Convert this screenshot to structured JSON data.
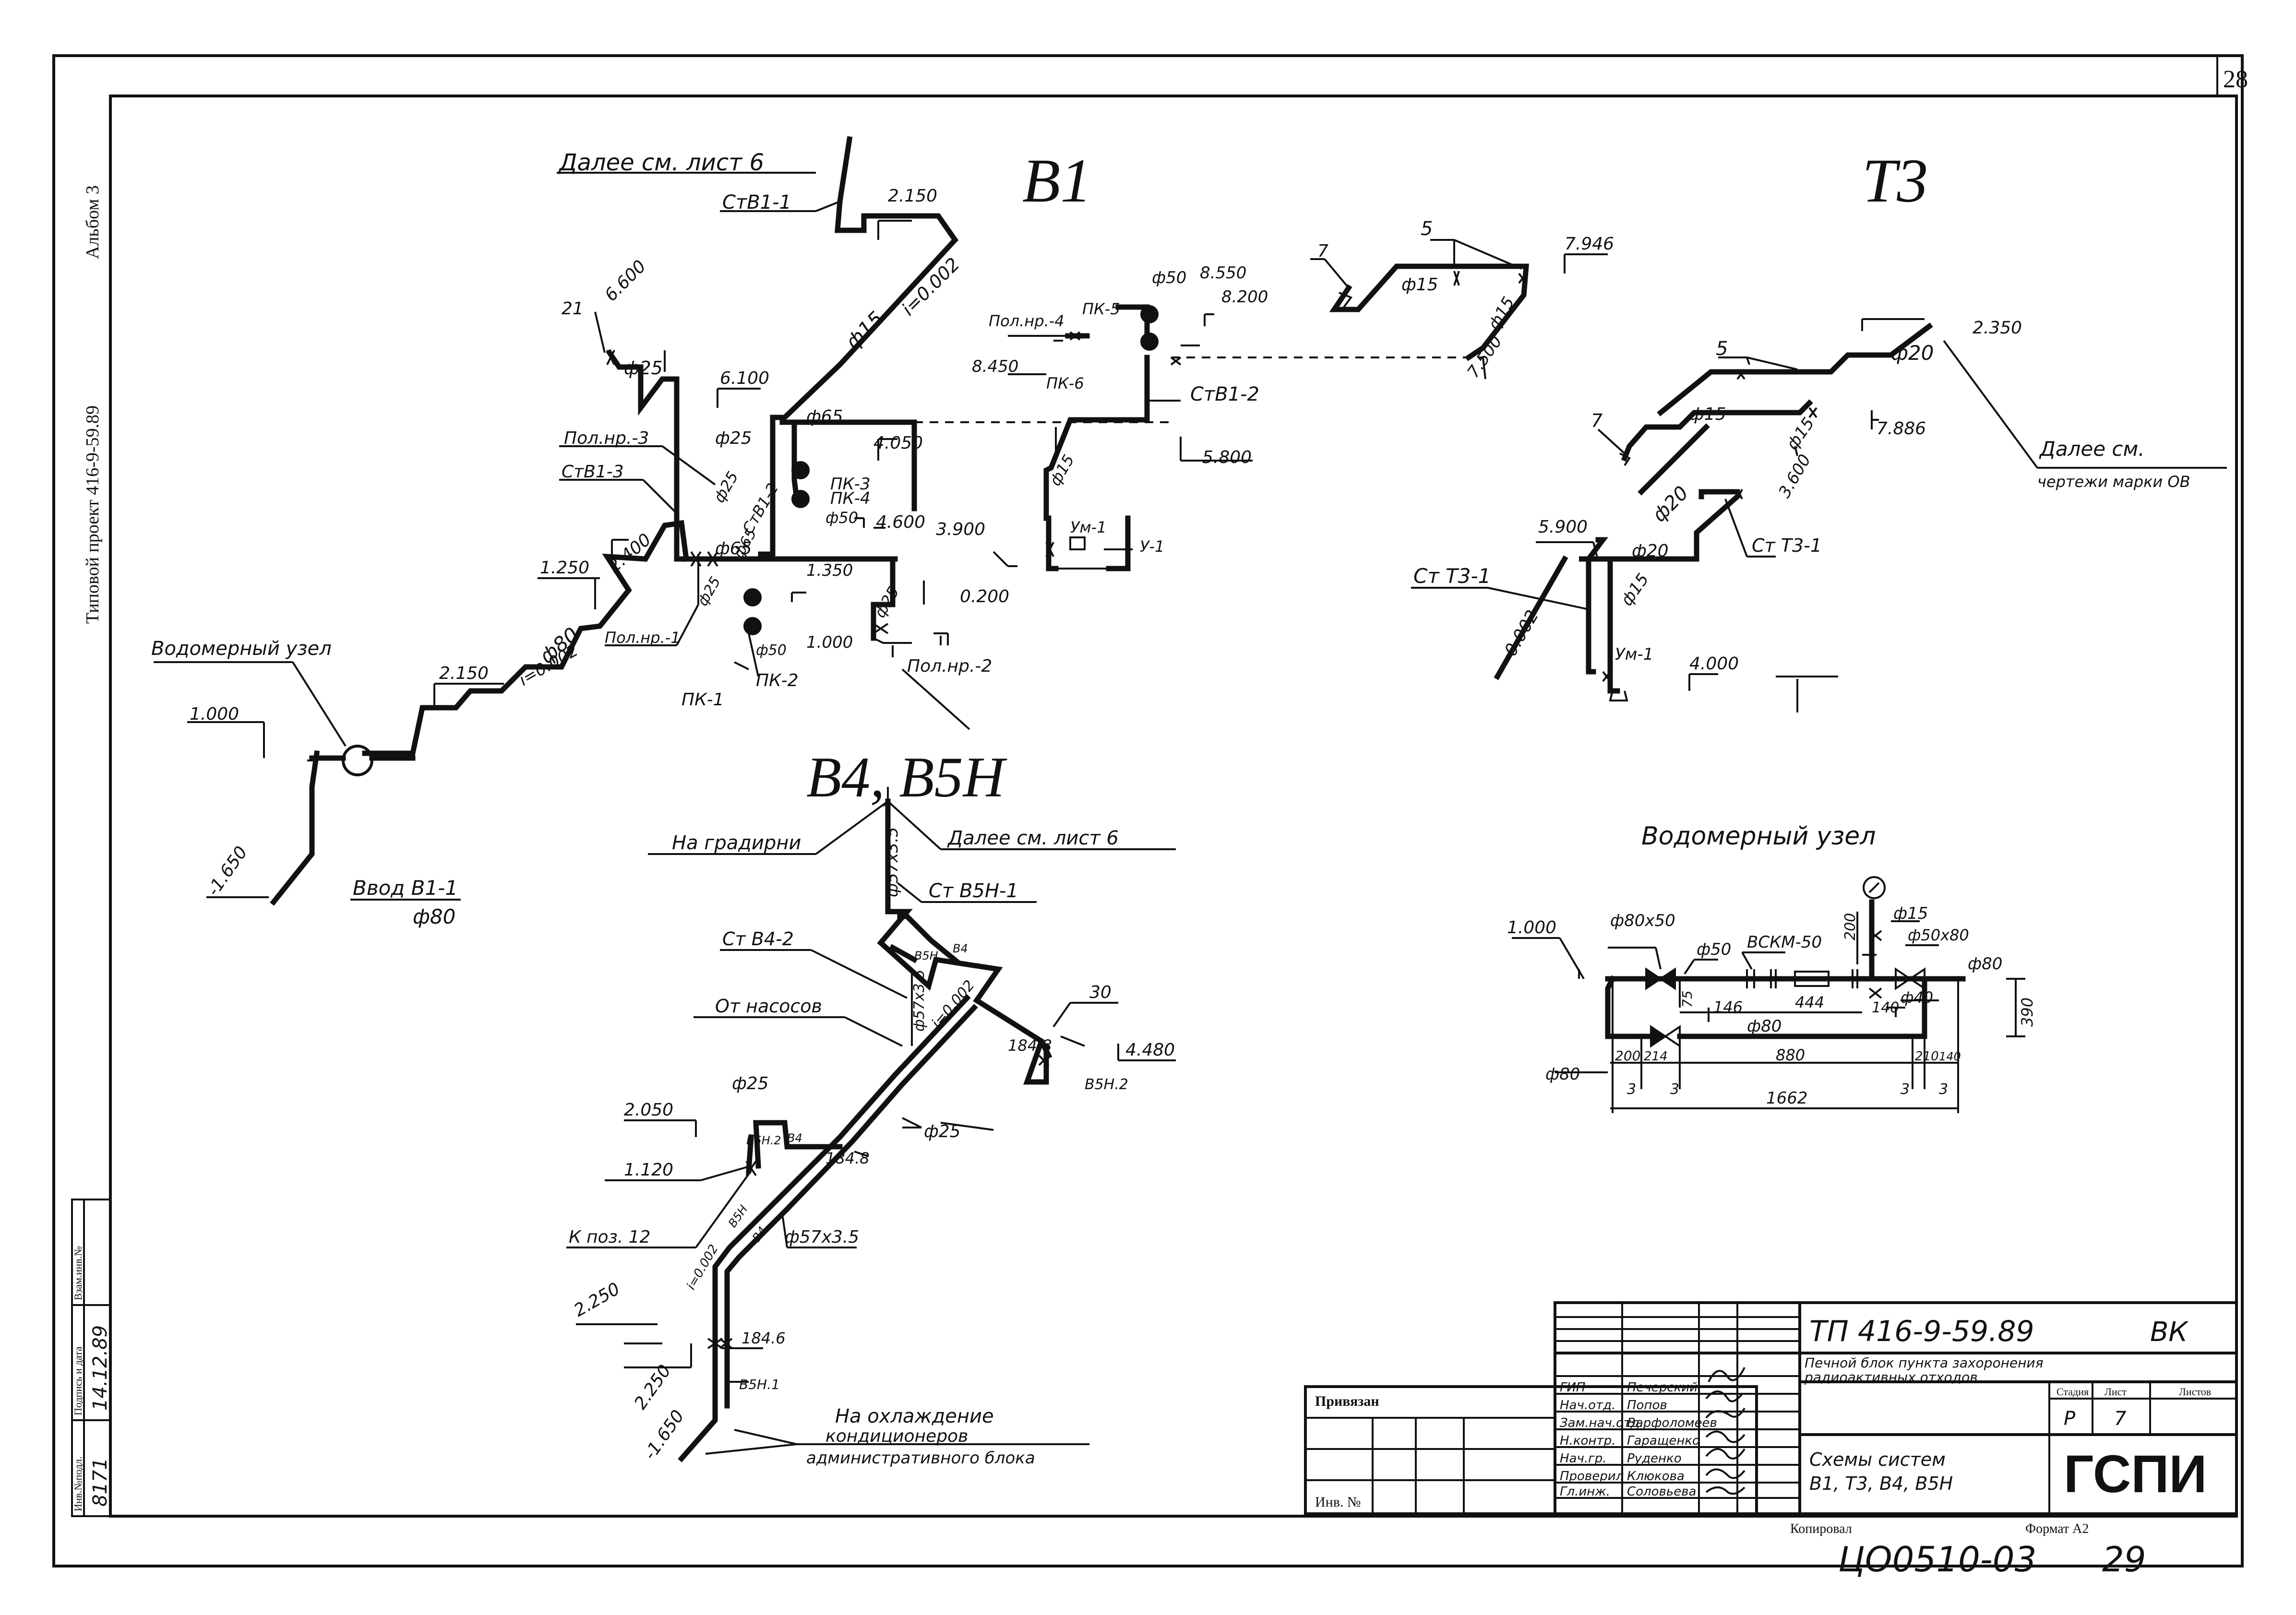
{
  "sheet": {
    "page_number": "28",
    "bottom_page_number": "29",
    "copy_code": "ЦО0510-03",
    "format": "Формат А2",
    "kopiroval": "Копировал"
  },
  "left_margin": {
    "project": "Типовой проект  416-9-59.89",
    "album": "Альбом 3"
  },
  "stamp_vertical": {
    "c1": "Инв.№подл.",
    "c2": "Подпись и дата",
    "c3": "Взам.инв.№",
    "v1": "8171",
    "v2": "14.12.89"
  },
  "systems": {
    "b1": "В1",
    "t3": "Т3",
    "b4b5n": "В4, В5Н"
  },
  "b1": {
    "further": "Далее см. лист 6",
    "riser1": "СтВ1-1",
    "riser2": "СтВ1-2",
    "riser3": "СтВ1-3",
    "el_2150a": "2.150",
    "slope": "i=0.002",
    "d15": "ф15",
    "d65a": "ф65",
    "d65b": "ф65",
    "d65c": "ф65",
    "d25a": "ф25",
    "d25b": "ф25",
    "d25c": "ф25",
    "d25d": "ф25",
    "d25e": "ф25",
    "d50a": "ф50",
    "d50b": "ф50",
    "d50c": "ф50",
    "d15b": "ф15",
    "pol3": "Пол.нр.-3",
    "pol4": "Пол.нр.-4",
    "pol1": "Пол.нр.-1",
    "pol2": "Пол.нр.-2",
    "pk1": "ПК-1",
    "pk2": "ПК-2",
    "pk3": "ПК-3",
    "pk4": "ПК-4",
    "pk5": "ПК-5",
    "pk6": "ПК-6",
    "e21": "21",
    "e6600": "6.600",
    "e6100": "6.100",
    "e2400": "2.400",
    "e1250": "1.250",
    "e2150b": "2.150",
    "d80": "ф80",
    "slope2": "i=0.002",
    "meter": "Водомерный узел",
    "e1000": "1.000",
    "e1650": "-1.650",
    "inlet": "Ввод В1-1",
    "inlet_d": "ф80",
    "e8550": "8.550",
    "e8200": "8.200",
    "e8450": "8.450",
    "e4050": "4.050",
    "e4600": "4.600",
    "e3900": "3.900",
    "e1350": "1.350",
    "e1000b": "1.000",
    "e0200": "0.200",
    "e5800": "5.800",
    "um1": "Ум-1",
    "u1": "У-1"
  },
  "t3": {
    "n7a": "7",
    "n5a": "5",
    "e7946": "7.946",
    "d15a": "ф15",
    "d15b": "ф15",
    "e7500": "7.500",
    "e2350": "2.350",
    "d20a": "ф20",
    "n5b": "5",
    "n7b": "7",
    "d15c": "ф15",
    "d15d": "ф15",
    "e7886": "7.886",
    "further1": "Далее см.",
    "further2": "чертежи марки ОВ",
    "e3600": "3.600",
    "d20b": "ф20",
    "d20c": "ф20",
    "e5900": "5.900",
    "riser_a": "Ст Т3-1",
    "riser_b": "Ст Т3-1",
    "slope": "0.002",
    "d15e": "ф15",
    "um1": "Ум-1",
    "e4000": "4.000"
  },
  "b4": {
    "to_tower": "На градирни",
    "further": "Далее см. лист 6",
    "d57a": "ф57х3.5",
    "riser_b5n1": "Ст В5Н-1",
    "riser_b42": "Ст В4-2",
    "from_pumps": "От насосов",
    "tag_b5n": "В5Н",
    "tag_b4": "В4",
    "d57b": "ф57х3.5",
    "slope": "i=0.002",
    "n30": "30",
    "e1848a": "184.8",
    "e4480": "4.480",
    "tag_b5n2": "В5Н.2",
    "d25a": "ф25",
    "d25b": "ф25",
    "e2050": "2.050",
    "tag_b5n2b": "В5Н.2",
    "tag_b4b": "В4",
    "e1120": "1.120",
    "e1848b": "184.8",
    "to_pos": "К поз. 12",
    "d57c": "ф57х3.5",
    "tag_b5nc": "В5Н",
    "tag_b4c": "В4",
    "slope2": "i=0.002",
    "e2250a": "2.250",
    "e2250b": "2.250",
    "e1650": "-1.650",
    "e1846": "184.6",
    "tag_b5n1": "В5Н.1",
    "cool1": "На охлаждение",
    "cool2": "кондиционеров",
    "cool3": "административного блока"
  },
  "meter": {
    "title": "Водомерный узел",
    "e1000": "1.000",
    "d80x50": "ф80х50",
    "d50": "ф50",
    "vsk": "ВСКМ-50",
    "d15": "ф15",
    "d50x80": "ф50х80",
    "d80a": "ф80",
    "d40": "ф40",
    "d80b": "ф80",
    "d80c": "ф80",
    "n200v": "200",
    "n75": "75",
    "n146": "146",
    "n444": "444",
    "n140": "140",
    "n390": "390",
    "n200": "200",
    "n214a": "214",
    "n880": "880",
    "n210": "210",
    "n140b": "140",
    "n1662": "1662",
    "n3a": "3",
    "n3b": "3",
    "n3c": "3",
    "n3d": "3"
  },
  "title_block": {
    "privyazan": "Привязан",
    "inv": "Инв. №",
    "code": "ТП    416-9-59.89",
    "mark": "ВК",
    "object1": "Печной блок пункта захоронения",
    "object2": "радиоактивных отходов",
    "roles": [
      "ГИП",
      "Нач.отд.",
      "Зам.нач.отд.",
      "Н.контр.",
      "Нач.гр.",
      "Проверил",
      "Гл.инж."
    ],
    "names": [
      "Печерский",
      "Попов",
      "Варфоломеев",
      "Гаращенко",
      "Руденко",
      "Клюкова",
      "Соловьева"
    ],
    "stage_label": "Стадия",
    "sheet_label": "Лист",
    "sheets_label": "Листов",
    "stage": "Р",
    "sheet": "7",
    "doc1": "Схемы систем",
    "doc2": "В1, Т3, В4, В5Н",
    "org": "ГСПИ"
  }
}
